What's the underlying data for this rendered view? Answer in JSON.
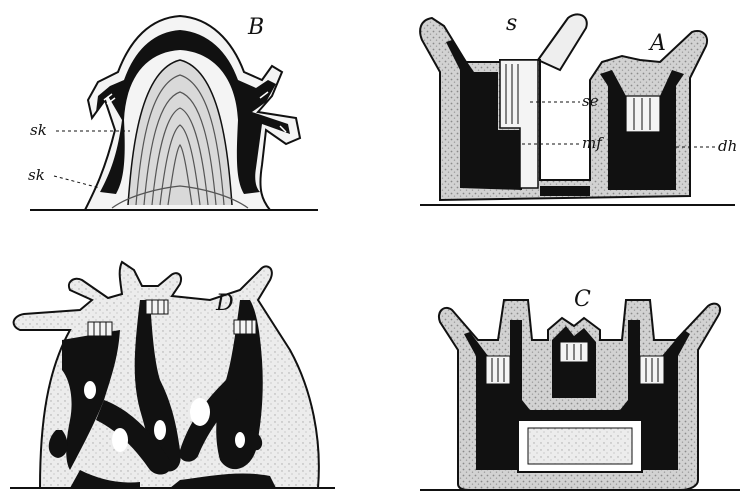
{
  "figure": {
    "panel_B": {
      "letter": "B",
      "labels": [
        "sk",
        "sk"
      ]
    },
    "panel_A": {
      "letter": "A",
      "labels": [
        "s",
        "se",
        "mf",
        "dh"
      ]
    },
    "panel_D": {
      "letter": "D"
    },
    "panel_C": {
      "letter": "C"
    }
  },
  "colors": {
    "ink": "#111111",
    "stipple": "#c9c9c9",
    "paper": "#ffffff"
  }
}
